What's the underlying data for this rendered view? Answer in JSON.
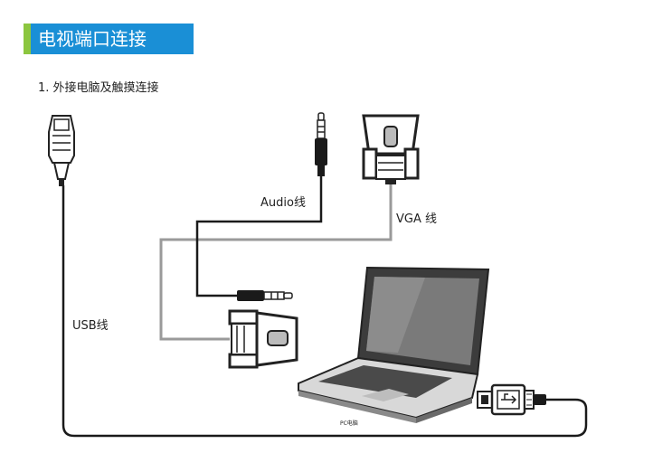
{
  "header": {
    "title": "电视端口连接"
  },
  "section": {
    "subtitle": "1. 外接电脑及触摸连接"
  },
  "labels": {
    "audio": "Audio线",
    "vga": "VGA 线",
    "usb": "USB线",
    "pc": "PC电脑"
  },
  "colors": {
    "header_bg": "#1a8fd6",
    "header_accent": "#8cc63f",
    "cable_dark": "#1a1a1a",
    "cable_gray": "#9a9a9a"
  }
}
